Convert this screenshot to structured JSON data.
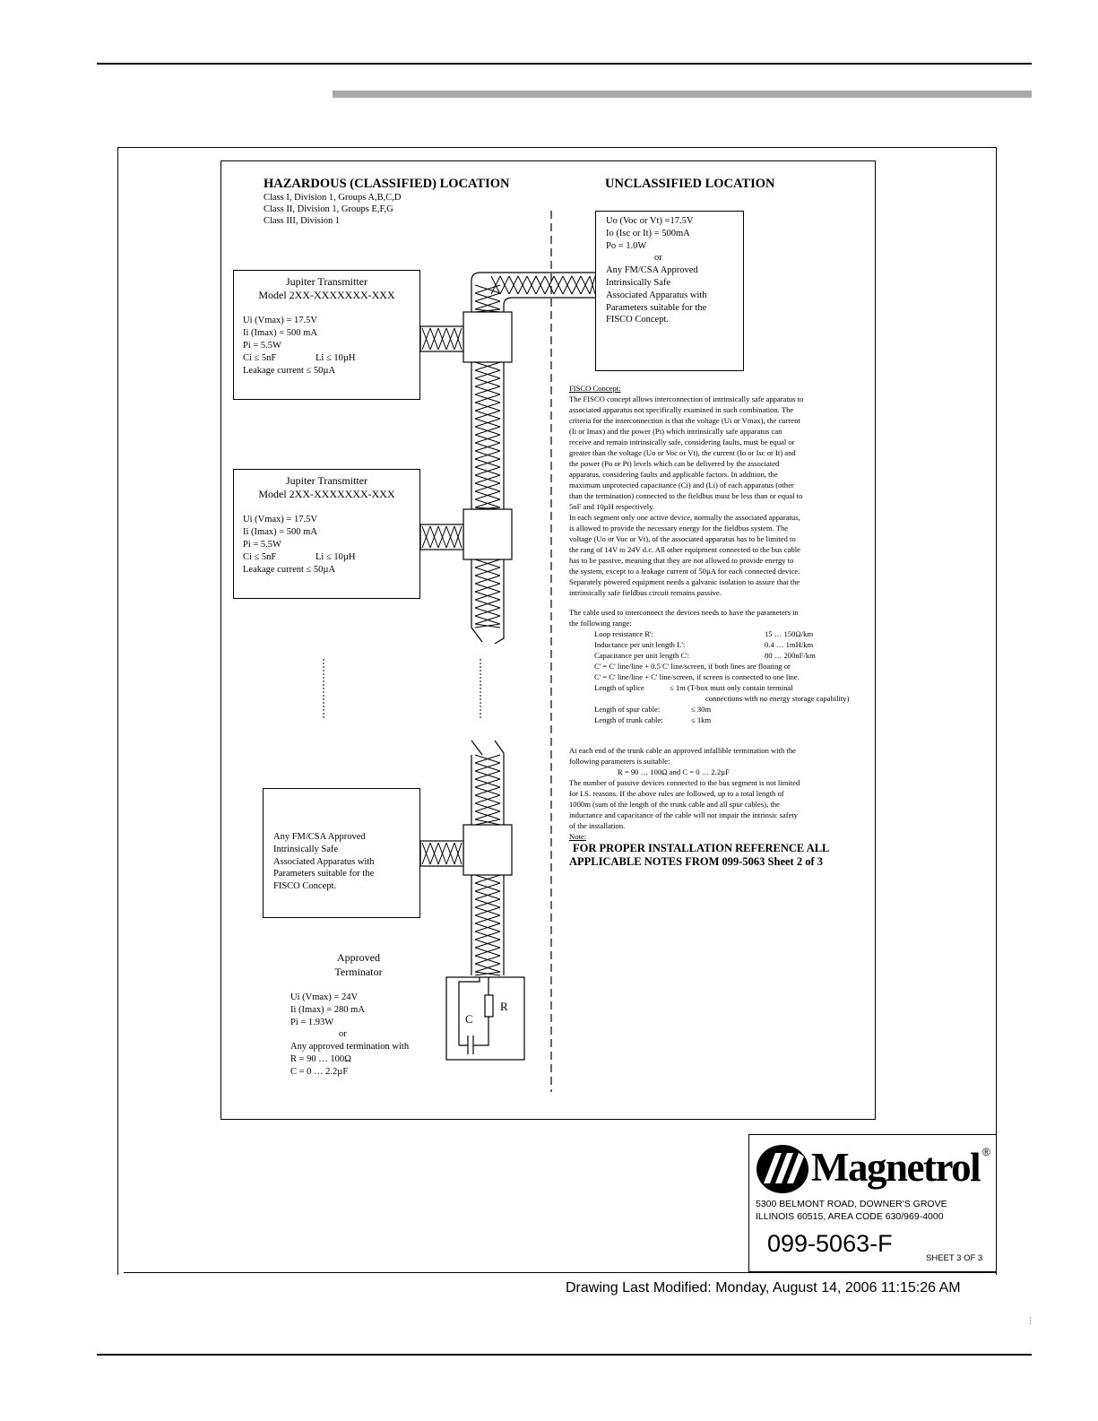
{
  "header": {},
  "hazardous": {
    "title": "HAZARDOUS (CLASSIFIED) LOCATION",
    "classes": [
      "Class I, Division 1, Groups A,B,C,D",
      "Class II, Division 1, Groups E,F,G",
      "Class III, Division 1"
    ]
  },
  "unclassified": {
    "title": "UNCLASSIFIED LOCATION",
    "box_lines": [
      "Uo (Voc or Vt) =17.5V",
      "Io (Isc or It) = 500mA",
      "Po = 1.0W",
      "or",
      "Any FM/CSA Approved",
      "Intrinsically Safe",
      "Associated Apparatus with",
      "Parameters suitable for the",
      "FISCO Concept."
    ]
  },
  "transmitter1": {
    "title1": "Jupiter Transmitter",
    "title2": "Model 2XX-XXXXXXX-XXX",
    "ui": "Ui (Vmax) = 17.5V",
    "ii": "Ii (Imax) = 500 mA",
    "pi": "Pi = 5.5W",
    "ci": "Ci ≤ 5nF",
    "li": "Li ≤ 10µH",
    "leak": "Leakage current ≤ 50µA"
  },
  "transmitter2": {
    "title1": "Jupiter Transmitter",
    "title2": "Model 2XX-XXXXXXX-XXX",
    "ui": "Ui (Vmax) = 17.5V",
    "ii": "Ii (Imax) = 500 mA",
    "pi": "Pi = 5.5W",
    "ci": "Ci ≤ 5nF",
    "li": "Li ≤ 10µH",
    "leak": "Leakage current ≤ 50µA"
  },
  "apparatus": {
    "lines": [
      "Any FM/CSA Approved",
      "Intrinsically Safe",
      "Associated Apparatus with",
      "Parameters suitable for the",
      "FISCO Concept."
    ]
  },
  "terminator": {
    "title1": "Approved",
    "title2": "Terminator",
    "lines": [
      "Ui (Vmax) = 24V",
      "Ii (Imax) = 280 mA",
      "Pi = 1.93W",
      "or",
      "Any approved termination with",
      "R = 90 … 100Ω",
      "C = 0 … 2.2µF"
    ],
    "label_c": "C",
    "label_r": "R"
  },
  "fisco": {
    "heading": "FISCO Concept:",
    "para1": [
      "The FISCO concept allows interconnection of intrinsically safe apparatus to",
      "associated apparatus not specifically examined in such combination.  The",
      "criteria for the interconnection is that the voltage (Ui or Vmax), the current",
      "(Ii or Imax) and the power (Pi) which intrinsically safe apparatus can",
      "receive and remain intrinsically safe, considering faults, must be equal or",
      "greater than the voltage (Uo or Voc or Vt), the current (Io or Isc or It) and",
      "the power (Po or Pt) levels which can be delivered by the associated",
      "apparatus, considering faults and applicable factors.  In addition, the",
      "maximum unprotected capacitance (Ci) and (Li) of each apparatus (other",
      "than the termination) connected to the fieldbus must be less than or equal to",
      "5nF and 10µH respectively.",
      "In each segment only one active device, normally the associated apparatus,",
      "is allowed to provide the necessary energy for the fieldbus system.  The",
      "voltage (Uo or Voc or Vt), of the associated apparatus has to be limited to",
      "the rang of 14V to 24V d.c. All other equipment connected to the bus cable",
      "has to be passive, meaning that they are not allowed to provide energy to",
      "the system, except to a leakage current of 50µA for each connected device.",
      "Separately powered equipment needs a galvanic isolation to assure that the",
      "intrinsically safe fieldbus circuit remains passive."
    ],
    "para2": [
      "The cable used to interconnect the devices needs to have the parameters in",
      "the following range:"
    ],
    "params": [
      {
        "label": "Loop resistance R':",
        "value": "15 … 150Ω/km"
      },
      {
        "label": "Inductance per unit length L':",
        "value": "0.4 … 1mH/km"
      },
      {
        "label": "Capacitance per unit length C':",
        "value": "80 … 200nF/km"
      }
    ],
    "cline1": "C' = C' line/line + 0.5 C' line/screen, if both lines are floating or",
    "cline2": "C' = C' line/line + C' line/screen, if screen is connected to one line.",
    "splice_label": "Length of splice",
    "splice_value": "≤ 1m  (T-box must only contain terminal",
    "splice_value2": "connections with no energy storage capability)",
    "spur_label": "Length of spur cable:",
    "spur_value": "≤ 30m",
    "trunk_label": "Length of trunk cable:",
    "trunk_value": "≤ 1km",
    "para3": [
      "At each end of the trunk cable an approved infallible termination with the",
      "following parameters is suitable:"
    ],
    "formula": "R = 90 … 100Ω and C = 0 … 2.2µF",
    "para4": [
      "The number of passive devices connected to the bus segment is not limited",
      "for I.S. reasons.  If the above rules are followed, up to a total length of",
      "1000m (sum of the length of the trunk cable and all spur cables), the",
      "inductance and capacitance of the cable will not impair the intrinsic safety",
      "of the installation."
    ],
    "note": "Note:",
    "note_bold1": "FOR PROPER INSTALLATION REFERENCE ALL",
    "note_bold2": "APPLICABLE NOTES FROM 099-5063 Sheet 2 of 3"
  },
  "titleblock": {
    "brand": "Magnetrol",
    "reg": "®",
    "addr1": "5300 BELMONT ROAD,  DOWNER'S GROVE",
    "addr2": "ILLINOIS 60515,  AREA CODE 630/969-4000",
    "drawing_no": "099-5063-F",
    "sheet": "SHEET  3 OF 3"
  },
  "footer": {
    "modified": "Drawing Last Modified: Monday, August 14, 2006 11:15:26 AM",
    "mark": "⋮"
  }
}
